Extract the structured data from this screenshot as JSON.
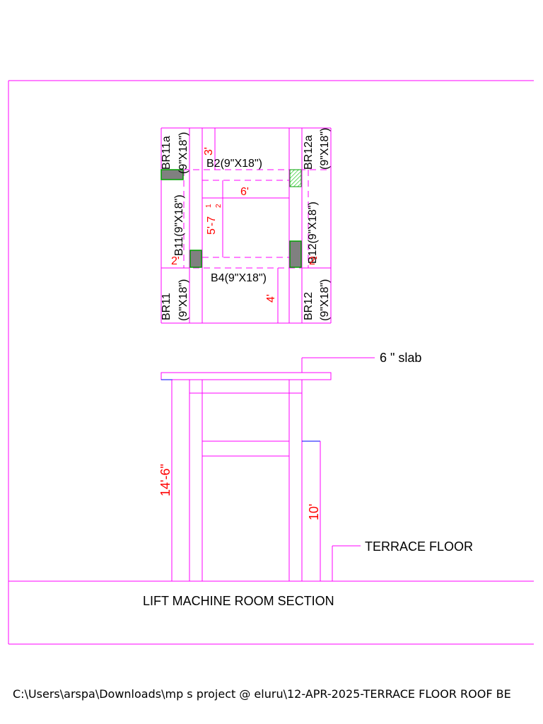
{
  "plan": {
    "labels": {
      "br11a": "BR11a",
      "br11a_size": "(9\"X18\")",
      "br12a": "BR12a",
      "br12a_size": "(9\"X18\")",
      "b2": "B2(9\"X18\")",
      "b11": "B11(9\"X18\")",
      "b12": "B12(9\"X18\")",
      "b4": "B4(9\"X18\")",
      "br11": "BR11",
      "br11_size": "(9\"X18\")",
      "br12": "BR12",
      "br12_size": "(9\"X18\")"
    },
    "dims": {
      "top": "3'",
      "width": "6'",
      "height": "5'-7",
      "height_frac_num": "1",
      "height_frac_den": "2",
      "left": "2'",
      "right": "2'",
      "bottom": "4'"
    }
  },
  "section": {
    "slab_label": "6 \" slab",
    "overall_height": "14'-6\"",
    "door_height": "10'",
    "floor_label": "TERRACE FLOOR",
    "title": "LIFT MACHINE ROOM SECTION"
  },
  "colors": {
    "lines": "#ff00ff",
    "dimensions": "#ff0000",
    "column_fill": "#808080",
    "column_border": "#00a000"
  },
  "footer": {
    "file_path": "C:\\Users\\arspa\\Downloads\\mp s project @ eluru\\12-APR-2025-TERRACE FLOOR ROOF BE"
  }
}
